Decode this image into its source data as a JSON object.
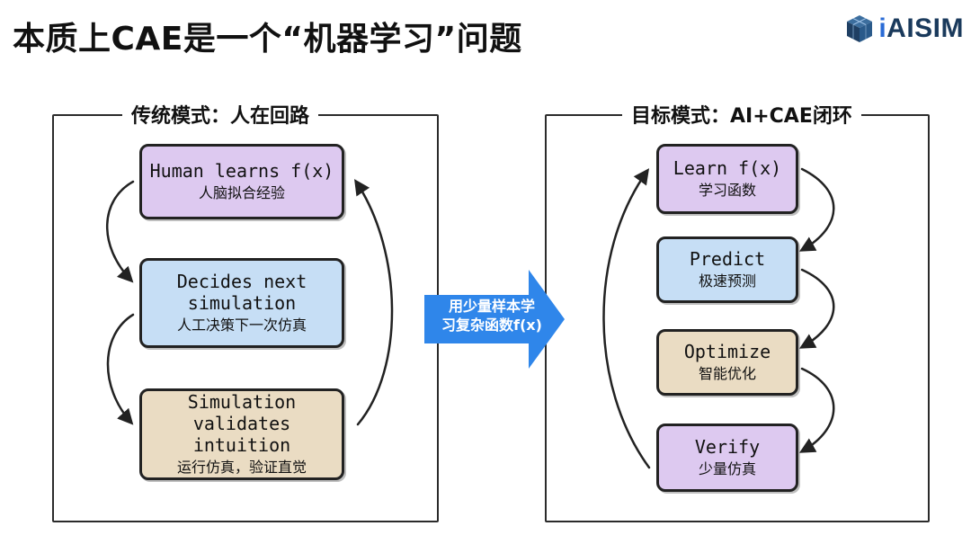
{
  "title": "本质上CAE是一个“机器学习”问题",
  "logo": {
    "prefix": "i",
    "name": "AISIM"
  },
  "left_panel": {
    "title": "传统模式：人在回路",
    "cards": [
      {
        "en": "Human learns f(x)",
        "zh": "人脑拟合经验"
      },
      {
        "en": "Decides next\nsimulation",
        "zh": "人工决策下一次仿真"
      },
      {
        "en": "Simulation\nvalidates intuition",
        "zh": "运行仿真，验证直觉"
      }
    ]
  },
  "center_arrow": {
    "label": "用少量样本学\n习复杂函数f(x)"
  },
  "right_panel": {
    "title": "目标模式：AI+CAE闭环",
    "cards": [
      {
        "en": "Learn f(x)",
        "zh": "学习函数"
      },
      {
        "en": "Predict",
        "zh": "极速预测"
      },
      {
        "en": "Optimize",
        "zh": "智能优化"
      },
      {
        "en": "Verify",
        "zh": "少量仿真"
      }
    ]
  },
  "colors": {
    "purple": "#ddc9f0",
    "blue": "#c6def5",
    "tan": "#eadcc3",
    "arrow_blue": "#2f86ea"
  }
}
